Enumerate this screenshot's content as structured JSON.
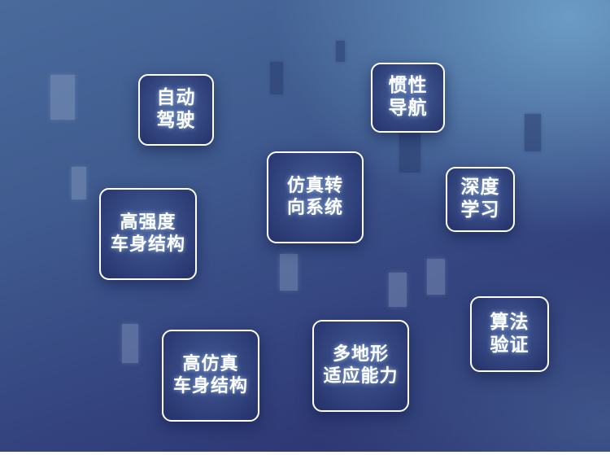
{
  "background": {
    "top_right_color": "#6a9cc6",
    "top_left_color": "#4a6a9c",
    "bottom_left_color": "#2a2e6a",
    "bottom_right_color": "#3f5890"
  },
  "tag_style": {
    "border_color": "#ffffff",
    "text_color": "#ffffff",
    "fill_color": "#2f3f85"
  },
  "tags": [
    {
      "lines": [
        "自动",
        "驾驶"
      ]
    },
    {
      "lines": [
        "惯性",
        "导航"
      ]
    },
    {
      "lines": [
        "仿真转",
        "向系统"
      ]
    },
    {
      "lines": [
        "深度",
        "学习"
      ]
    },
    {
      "lines": [
        "高强度",
        "车身结构"
      ]
    },
    {
      "lines": [
        "算法",
        "验证"
      ]
    },
    {
      "lines": [
        "高仿真",
        "车身结构"
      ]
    },
    {
      "lines": [
        "多地形",
        "适应能力"
      ]
    }
  ]
}
